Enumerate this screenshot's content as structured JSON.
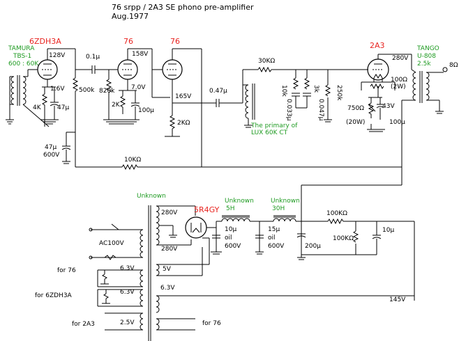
{
  "title": {
    "line1": "76 srpp / 2A3 SE phono pre-amplifier",
    "line2": "Aug.1977"
  },
  "tubes": {
    "v1": "6ZDH3A",
    "v2": "76",
    "v3": "76",
    "v4": "2A3",
    "rect": "5R4GY"
  },
  "transformers": {
    "input_brand": "TAMURA",
    "input_model": "TBS-1",
    "input_ratio": "600 : 60K",
    "interstage_1": "The primary of",
    "interstage_2": "LUX 60K CT",
    "output_brand": "TANGO",
    "output_model": "U-808",
    "output_imp": "2.5k",
    "speaker": "8Ω",
    "power": "Unknown",
    "choke1_label": "Unknown",
    "choke1_value": "5H",
    "choke2_label": "Unknown",
    "choke2_value": "30H"
  },
  "labels": {
    "v_128": "128V",
    "v_158": "158V",
    "v_280a": "280V",
    "v_16": "1.6V",
    "v_70": "7.0V",
    "v_165": "165V",
    "v_43": "43V",
    "r_4k": "4K",
    "c_47u_a": "47µ",
    "c_01u": "0.1µ",
    "r_500k": "500k",
    "r_820k": "820k",
    "r_2k": "2K",
    "c_100u_a": "100µ",
    "r_2kohm": "2KΩ",
    "c_047u": "0.47µ",
    "r_30k": "30KΩ",
    "r_10k": "10k",
    "c_0033u": "0.033µ",
    "r_3k": "3k",
    "c_0047u": "0.047µ",
    "r_250k": "250k",
    "r_100ohm": "100Ω",
    "r_100ohm_w": "(2W)",
    "r_750": "750Ω",
    "r_750_w": "(20W)",
    "c_100u_b": "100µ",
    "c_47u_b": "47µ",
    "c_600v_a": "600V",
    "r_10kohm": "10KΩ",
    "s_280_top": "280V",
    "s_280_bot": "280V",
    "c_10u_oil": "10µ",
    "oil_a": "oil",
    "c_600v_b": "600V",
    "c_15u_oil": "15µ",
    "oil_b": "oil",
    "c_600v_c": "600V",
    "c_200u": "200µ",
    "r_100k_a": "100KΩ",
    "r_100k_b": "100KΩ",
    "c_10u": "10µ",
    "ac_in": "AC100V",
    "s_5v": "5V",
    "s_63_a": "6.3V",
    "for_76_a": "for 76",
    "s_63_b": "6.3V",
    "for_6zdh": "for 6ZDH3A",
    "s_63_c": "6.3V",
    "v_145": "145V",
    "s_25": "2.5V",
    "for_2a3": "for 2A3",
    "for_76_b": "for 76"
  },
  "colors": {
    "tube_label": "#e8231f",
    "transformer_label": "#1d9a20",
    "wire": "#000000"
  }
}
